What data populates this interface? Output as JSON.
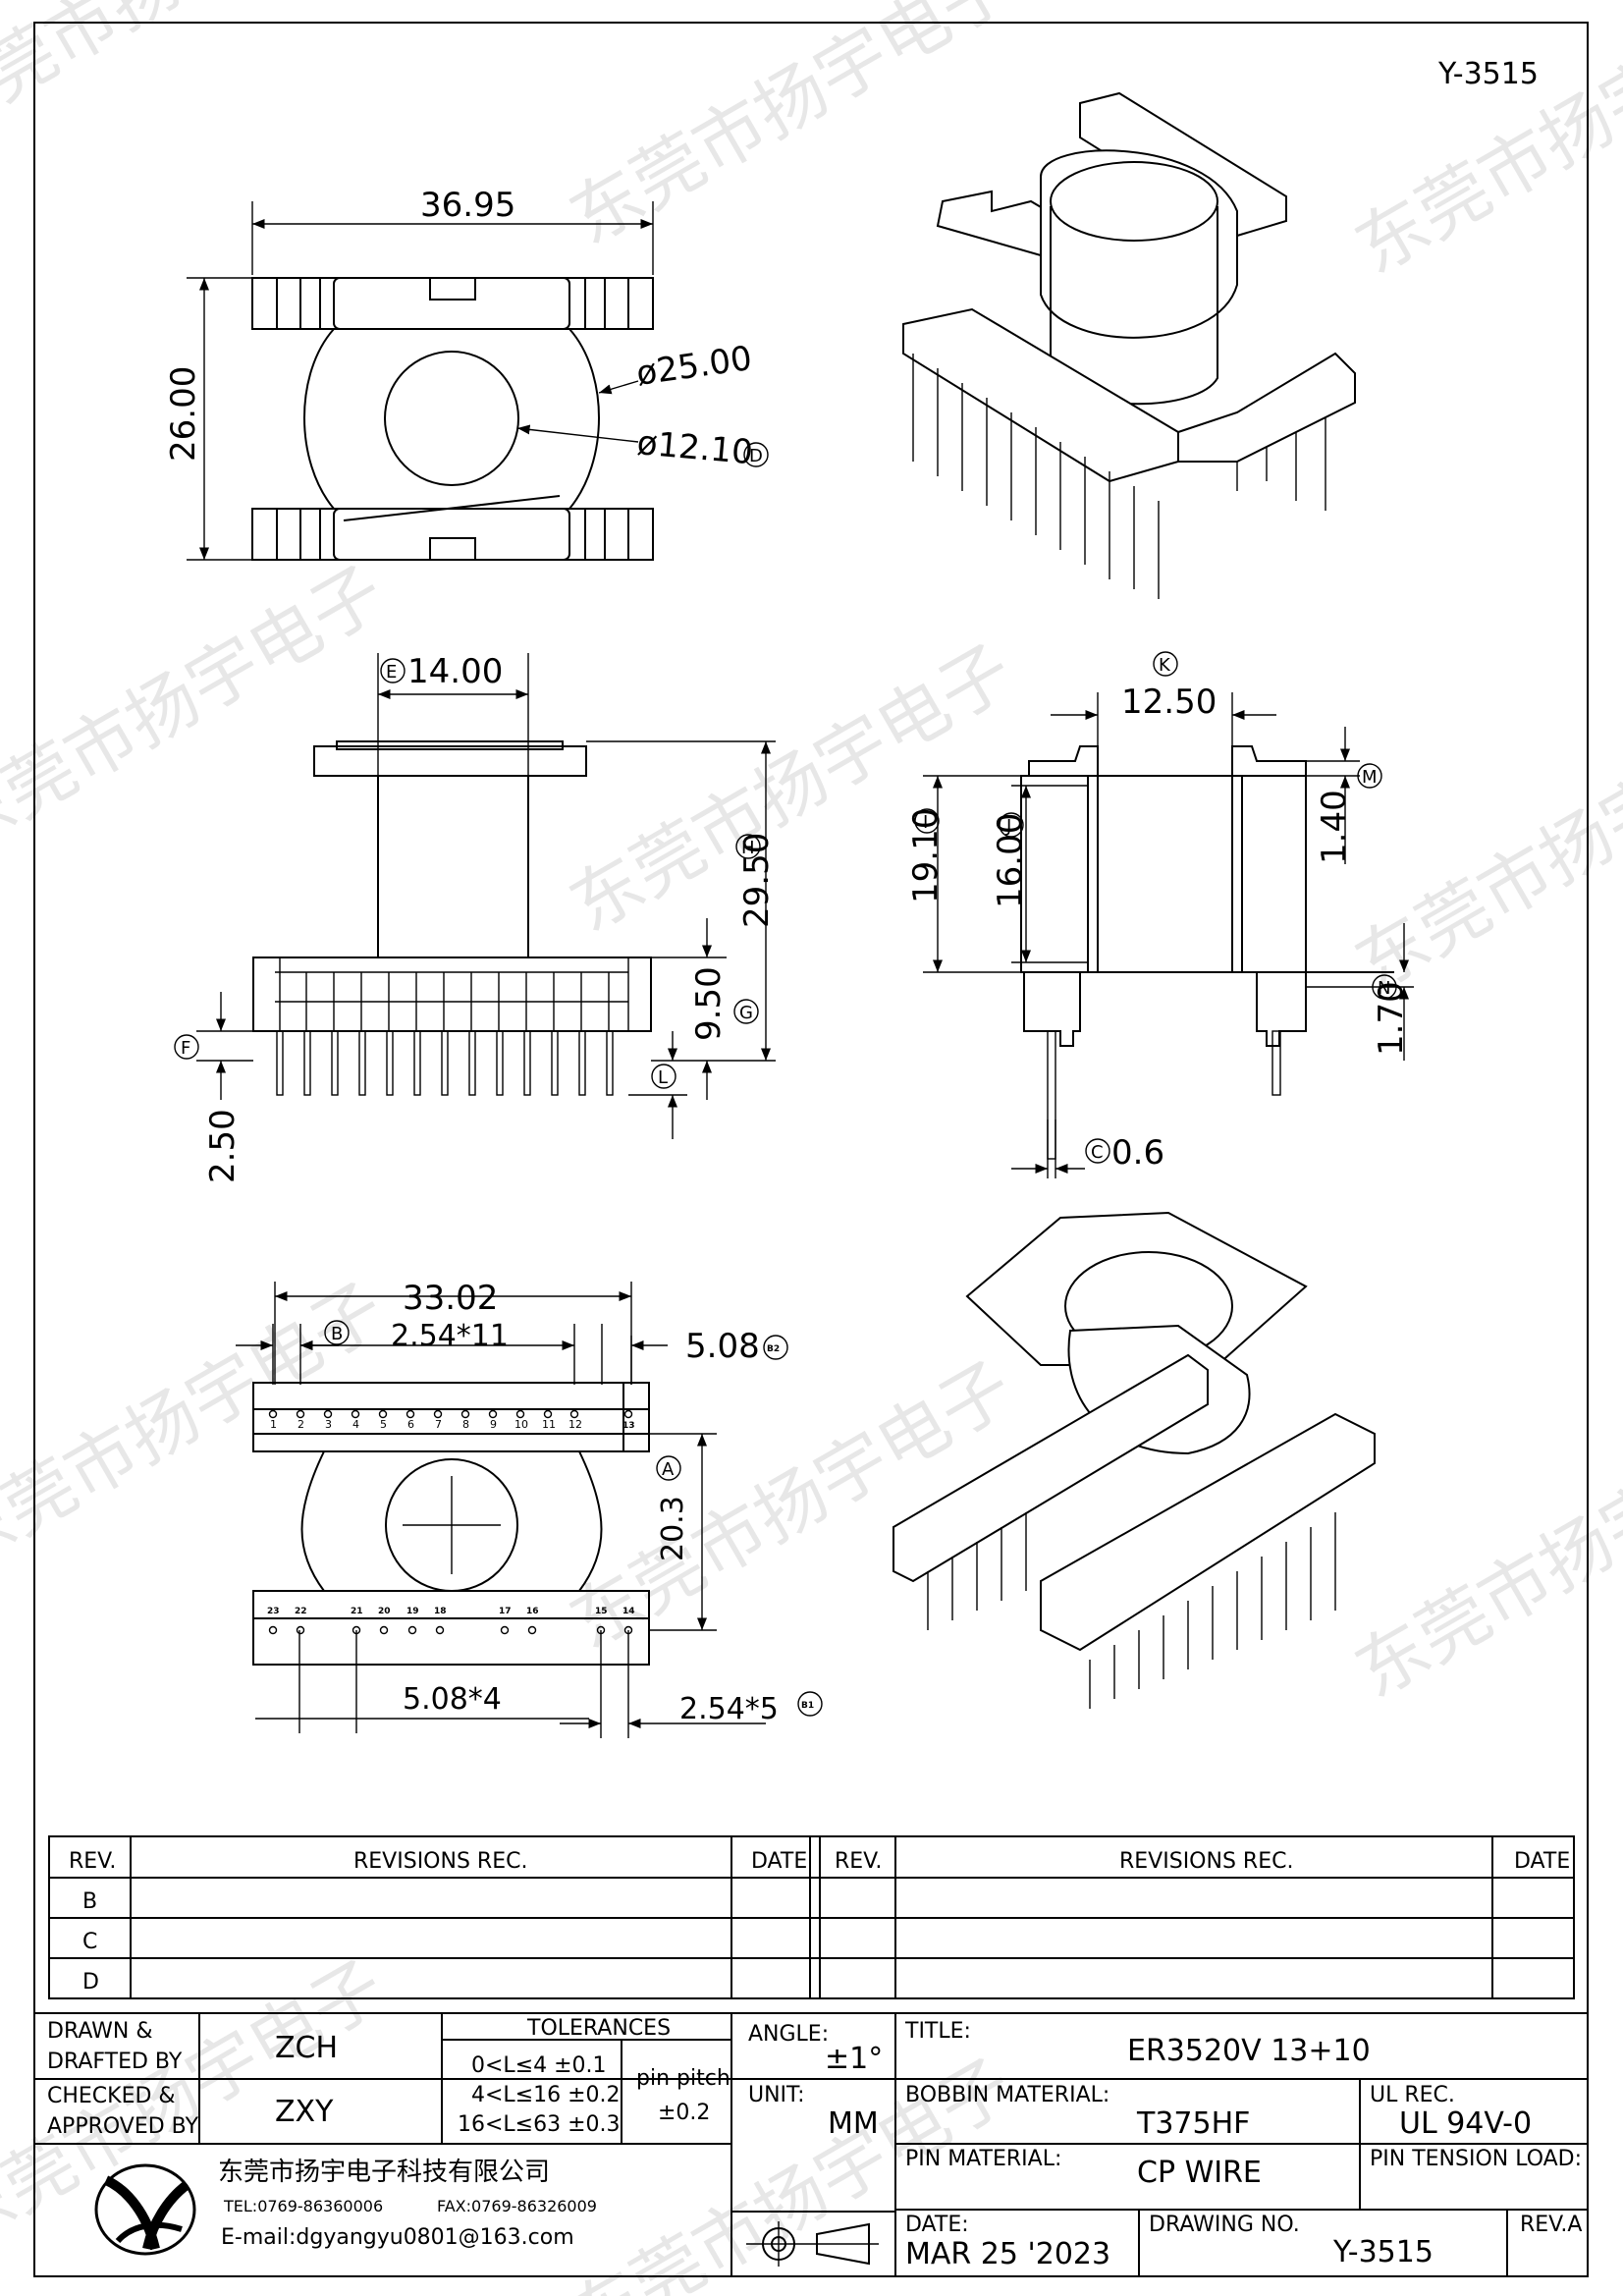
{
  "drawing_code": "Y-3515",
  "watermark": "东莞市扬宇电子",
  "top_view": {
    "width_dim": "36.95",
    "height_dim": "26.00",
    "outer_dia": "ø25.00",
    "inner_dia": "ø12.10",
    "inner_dia_tag": "D"
  },
  "front_view": {
    "tag_e": "E",
    "dim_e": "14.00",
    "tag_h": "H",
    "dim_h": "29.50",
    "tag_g": "G",
    "dim_g": "9.50",
    "tag_f": "F",
    "dim_f": "2.50",
    "tag_l": "L"
  },
  "side_view": {
    "tag_k": "K",
    "dim_k": "12.50",
    "tag_m": "M",
    "dim_m": "1.40",
    "tag_i": "I",
    "dim_i": "19.10",
    "tag_j": "J",
    "dim_j": "16.00",
    "tag_n": "N",
    "dim_n": "1.70",
    "tag_c": "C",
    "dim_c": "0.6"
  },
  "bottom_view": {
    "dim_total": "33.02",
    "tag_b": "B",
    "dim_b": "2.54*11",
    "dim_b2": "5.08",
    "tag_b2": "B2",
    "tag_a": "A",
    "dim_a": "20.3",
    "dim_bottom_pitch": "5.08*4",
    "dim_b1": "2.54*5",
    "tag_b1": "B1",
    "top_pins": [
      "1",
      "2",
      "3",
      "4",
      "5",
      "6",
      "7",
      "8",
      "9",
      "10",
      "11",
      "12",
      "13"
    ],
    "bottom_pins": [
      "23",
      "22",
      "21",
      "20",
      "19",
      "18",
      "17",
      "16",
      "15",
      "14"
    ]
  },
  "revisions": {
    "h_rev": "REV.",
    "h_rec": "REVISIONS    REC.",
    "h_date": "DATE",
    "rows": [
      "B",
      "C",
      "D"
    ]
  },
  "title_block": {
    "drawn_label1": "DRAWN &",
    "drawn_label2": "DRAFTED BY",
    "drawn_value": "ZCH",
    "checked_label1": "CHECKED &",
    "checked_label2": "APPROVED BY",
    "checked_value": "ZXY",
    "tol_title": "TOLERANCES",
    "tol_1": "0<L≤4    ±0.1",
    "tol_2": "4<L≤16  ±0.2",
    "tol_3": "16<L≤63  ±0.3",
    "pin_pitch_label": "pin  pitch",
    "pin_pitch_value": "±0.2",
    "angle_label": "ANGLE:",
    "angle_value": "±1°",
    "unit_label": "UNIT:",
    "unit_value": "MM",
    "title_label": "TITLE:",
    "title_value": "ER3520V  13+10",
    "bobbin_label": "BOBBIN  MATERIAL:",
    "bobbin_value": "T375HF",
    "ul_label": "UL  REC.",
    "ul_value": "UL  94V-0",
    "pin_label": "PIN  MATERIAL:",
    "pin_value": "CP  WIRE",
    "tension_label": "PIN  TENSION  LOAD:",
    "date_label": "DATE:",
    "date_value": "MAR  25  '2023",
    "drawing_no_label": "DRAWING  NO.",
    "drawing_no_value": "Y-3515",
    "rev_label": "REV.A",
    "company": "东莞市扬宇电子科技有限公司",
    "tel": "TEL:0769-86360006",
    "fax": "FAX:0769-86326009",
    "email": "E-mail:dgyangyu0801@163.com"
  }
}
